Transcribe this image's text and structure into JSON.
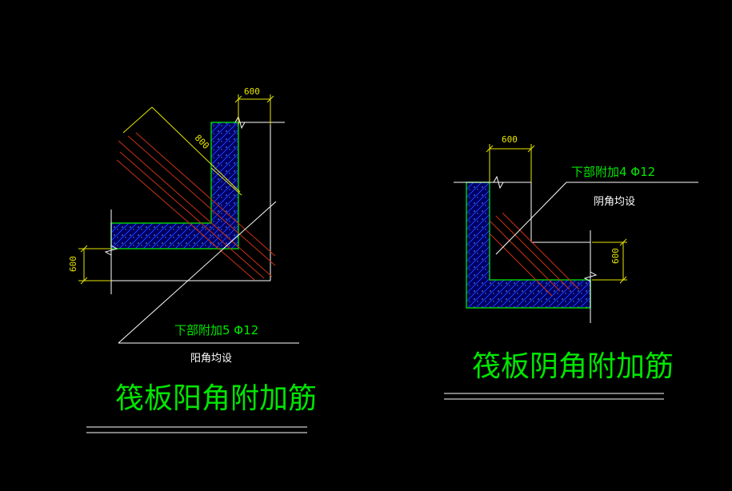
{
  "colors": {
    "background": "#000000",
    "concrete_outline": "#00c800",
    "concrete_fill": "#000060",
    "hatch": "#1e3cff",
    "rebar": "#c83214",
    "dimension": "#e6e600",
    "leader": "#ffffff",
    "text_green": "#00e600",
    "text_white": "#ffffff"
  },
  "left_detail": {
    "dim_top": "600",
    "dim_diag": "800",
    "dim_left": "600",
    "note_line1": "下部附加5 Φ12",
    "note_line2": "阳角均设",
    "title": "筏板阳角附加筋"
  },
  "right_detail": {
    "dim_top": "600",
    "dim_right": "600",
    "note_line1": "下部附加4 Φ12",
    "note_line2": "阴角均设",
    "title": "筏板阴角附加筋"
  }
}
